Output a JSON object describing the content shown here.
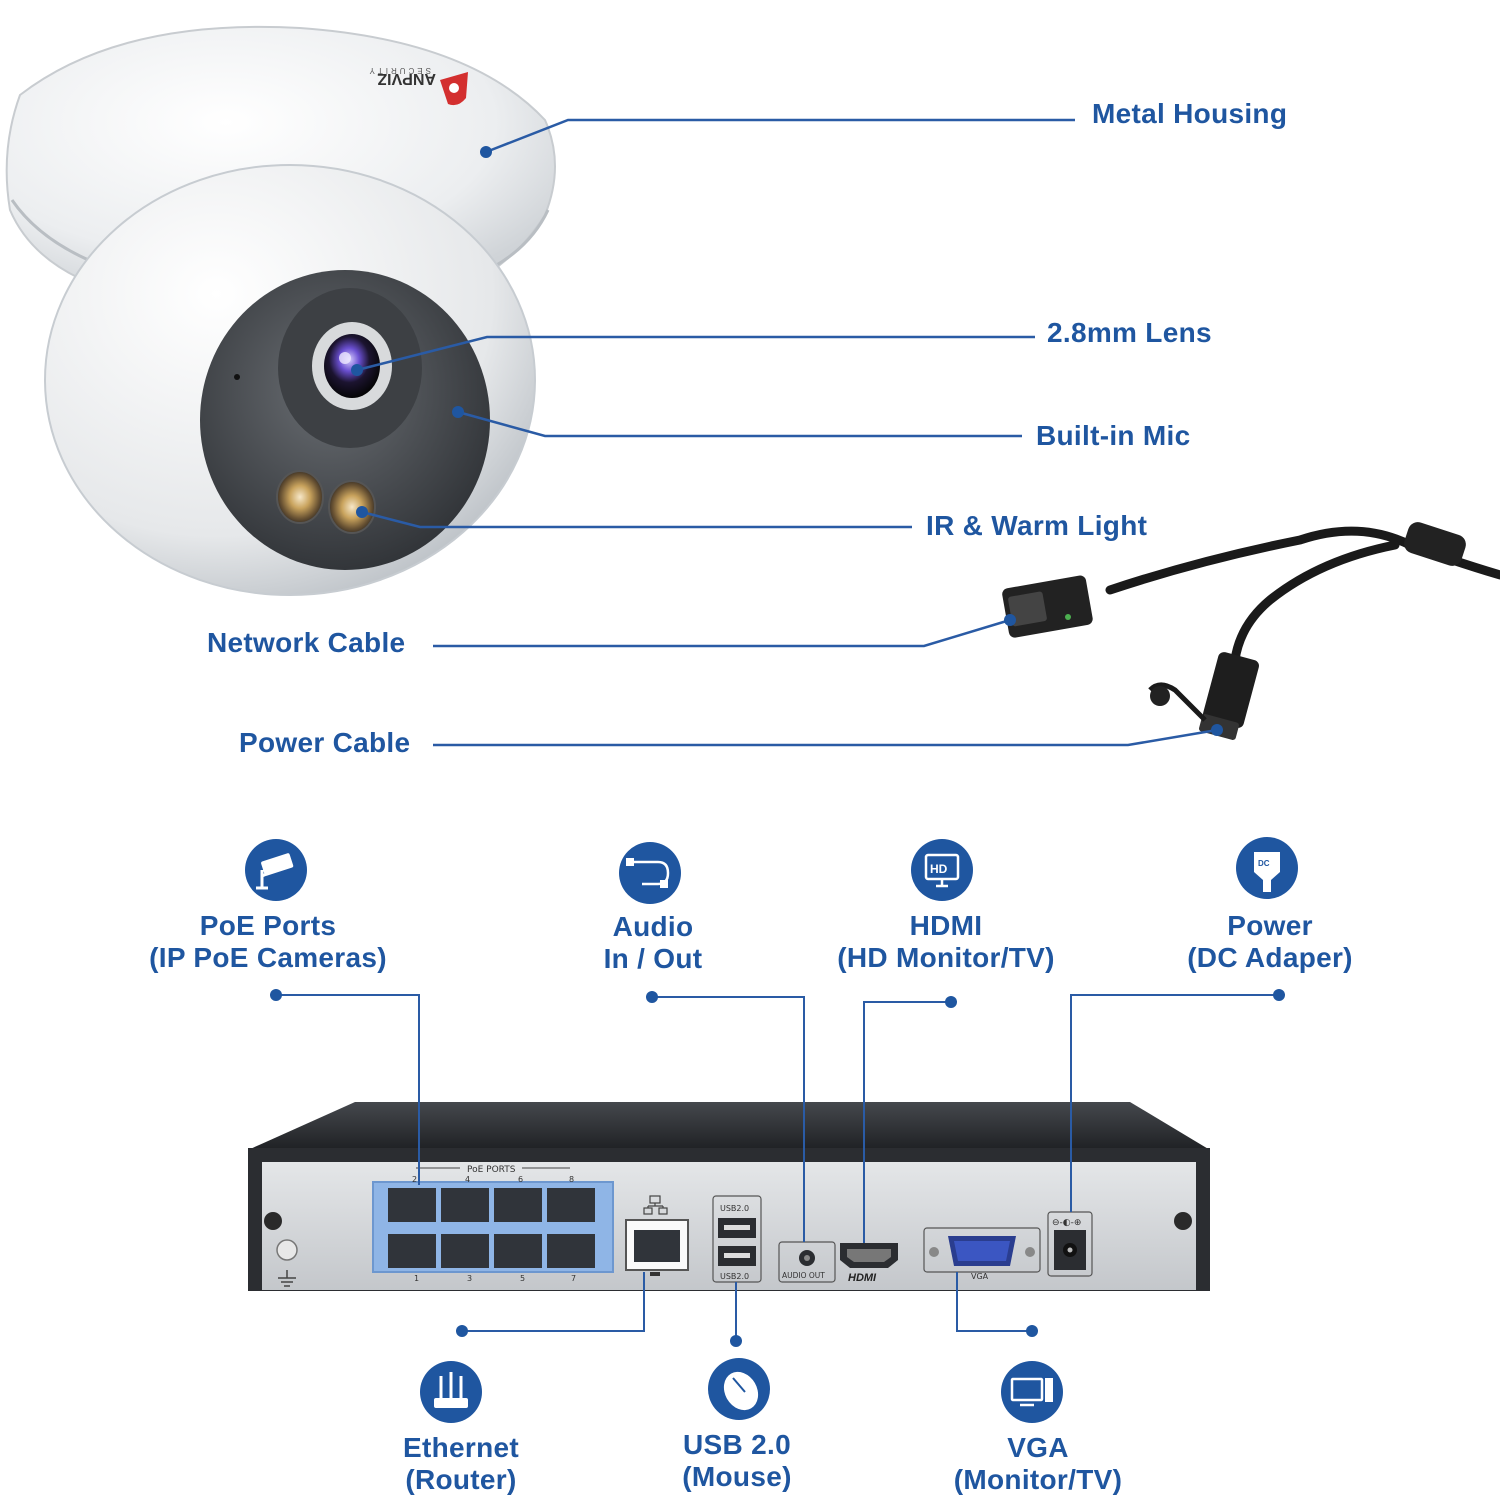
{
  "camera": {
    "brand": "ANPVIZ",
    "brand_sub": "SECURITY",
    "callouts": {
      "metal_housing": "Metal Housing",
      "lens": "2.8mm Lens",
      "mic": "Built-in Mic",
      "light": "IR & Warm Light",
      "network_cable": "Network Cable",
      "power_cable": "Power Cable"
    }
  },
  "nvr": {
    "panel_labels": {
      "poe_ports": "PoE PORTS",
      "usb_top": "USB2.0",
      "usb_bottom": "USB2.0",
      "audio_out": "AUDIO OUT",
      "hdmi": "HDMI",
      "vga": "VGA",
      "port_numbers_top": [
        "2",
        "4",
        "6",
        "8"
      ],
      "port_numbers_bottom": [
        "1",
        "3",
        "5",
        "7"
      ]
    },
    "top_features": [
      {
        "icon": "camera-icon",
        "line1": "PoE Ports",
        "line2": "(IP PoE Cameras)"
      },
      {
        "icon": "audio-cable-icon",
        "line1": "Audio",
        "line2": "In / Out"
      },
      {
        "icon": "hd-monitor-icon",
        "line1": "HDMI",
        "line2": "(HD Monitor/TV)"
      },
      {
        "icon": "dc-plug-icon",
        "line1": "Power",
        "line2": "(DC Adaper)"
      }
    ],
    "bottom_features": [
      {
        "icon": "router-icon",
        "line1": "Ethernet",
        "line2": "(Router)"
      },
      {
        "icon": "mouse-icon",
        "line1": "USB 2.0",
        "line2": "(Mouse)"
      },
      {
        "icon": "computer-monitor-icon",
        "line1": "VGA",
        "line2": "(Monitor/TV)"
      }
    ]
  },
  "colors": {
    "label_blue": "#1f56a0",
    "line_blue": "#2a5ba5",
    "nvr_body": "#2b2d31",
    "panel": "#d3d6da",
    "port_highlight": "#8fb5e6"
  }
}
